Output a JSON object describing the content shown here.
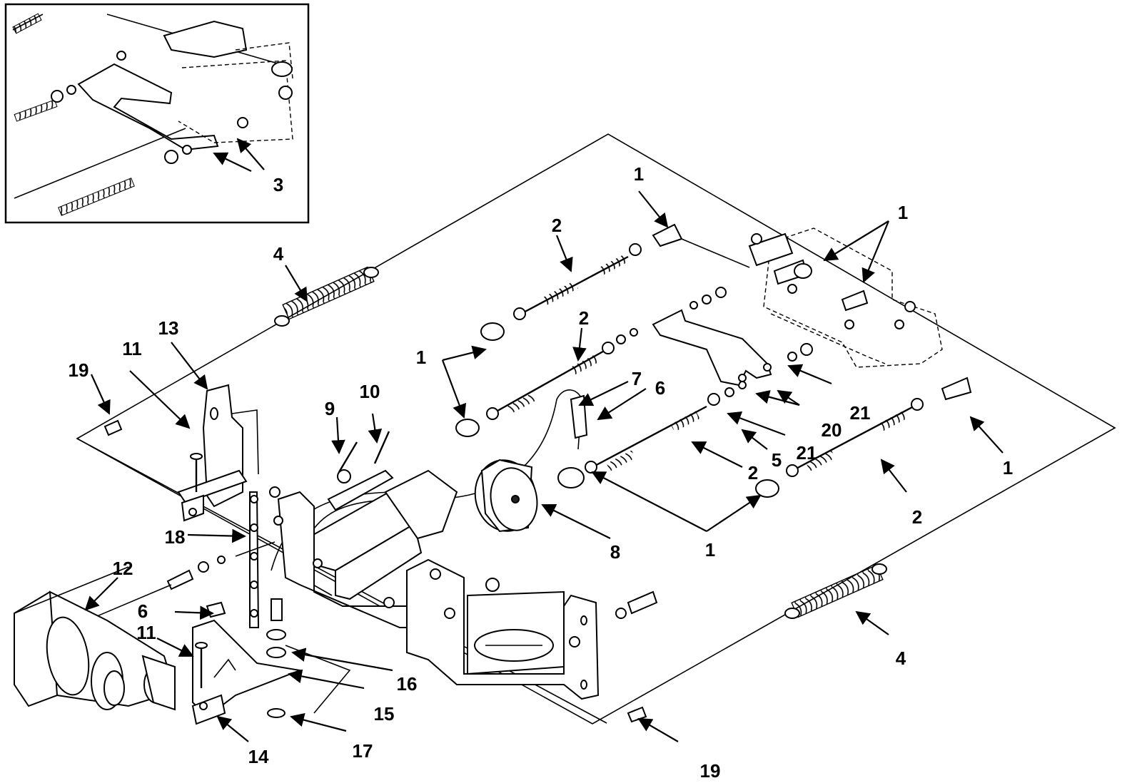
{
  "figure": {
    "inset_label": "3",
    "callouts": [
      {
        "id": "c1a",
        "text": "1"
      },
      {
        "id": "c1b",
        "text": "1"
      },
      {
        "id": "c1c",
        "text": "1"
      },
      {
        "id": "c1d",
        "text": "1"
      },
      {
        "id": "c1e",
        "text": "1"
      },
      {
        "id": "c2a",
        "text": "2"
      },
      {
        "id": "c2b",
        "text": "2"
      },
      {
        "id": "c2c",
        "text": "2"
      },
      {
        "id": "c2d",
        "text": "2"
      },
      {
        "id": "c4a",
        "text": "4"
      },
      {
        "id": "c4b",
        "text": "4"
      },
      {
        "id": "c5",
        "text": "5"
      },
      {
        "id": "c6a",
        "text": "6"
      },
      {
        "id": "c6b",
        "text": "6"
      },
      {
        "id": "c7",
        "text": "7"
      },
      {
        "id": "c8",
        "text": "8"
      },
      {
        "id": "c9",
        "text": "9"
      },
      {
        "id": "c10",
        "text": "10"
      },
      {
        "id": "c11a",
        "text": "11"
      },
      {
        "id": "c11b",
        "text": "11"
      },
      {
        "id": "c12",
        "text": "12"
      },
      {
        "id": "c13",
        "text": "13"
      },
      {
        "id": "c14",
        "text": "14"
      },
      {
        "id": "c15",
        "text": "15"
      },
      {
        "id": "c16",
        "text": "16"
      },
      {
        "id": "c17",
        "text": "17"
      },
      {
        "id": "c18",
        "text": "18"
      },
      {
        "id": "c19a",
        "text": "19"
      },
      {
        "id": "c19b",
        "text": "19"
      },
      {
        "id": "c20",
        "text": "20"
      },
      {
        "id": "c21a",
        "text": "21"
      },
      {
        "id": "c21b",
        "text": "21"
      }
    ]
  }
}
